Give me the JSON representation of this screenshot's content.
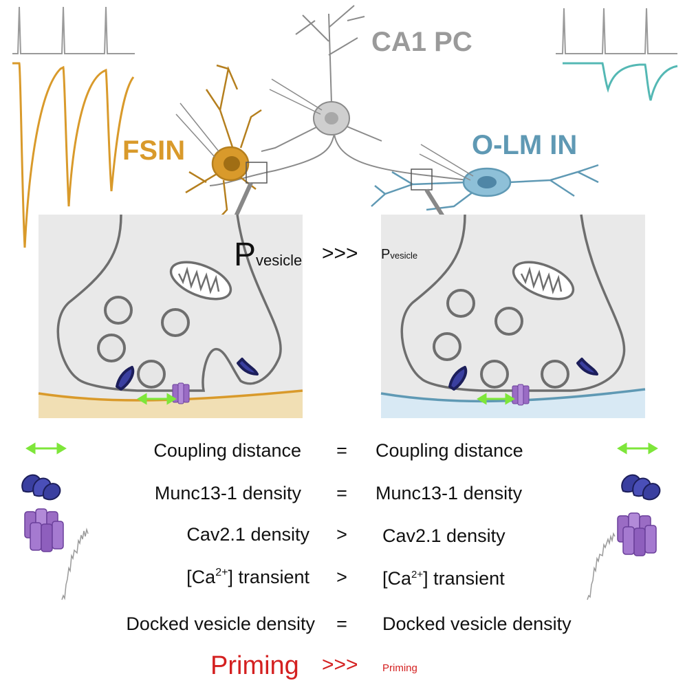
{
  "labels": {
    "pc": "CA1 PC",
    "fsin": "FSIN",
    "olm": "O-LM IN",
    "p_big": "P",
    "p_big_sub": "vesicle",
    "p_op": ">>>",
    "p_small": "P",
    "p_small_sub": "vesicle"
  },
  "comparisons": [
    {
      "left": "Coupling distance",
      "op": "=",
      "right": "Coupling distance"
    },
    {
      "left": "Munc13-1 density",
      "op": "=",
      "right": "Munc13-1 density"
    },
    {
      "left": "Cav2.1 density",
      "op": ">",
      "right": "Cav2.1 density"
    },
    {
      "left_pre": "[Ca",
      "left_sup": "2+",
      "left_post": "] transient",
      "op": ">",
      "right_pre": "[Ca",
      "right_sup": "2+",
      "right_post": "] transient"
    },
    {
      "left": "Docked vesicle density",
      "op": "=",
      "right": "Docked vesicle density"
    }
  ],
  "conclusion": {
    "left": "Priming",
    "op": ">>>",
    "right": "Priming"
  },
  "icons": [
    "coupling-arrow-icon",
    "munc13-icon",
    "cav21-channel-icon",
    "calcium-trace-icon",
    "vesicle-icon",
    "mitochondrion-icon"
  ],
  "colors": {
    "fsin": "#d99a2b",
    "olm": "#5f99b4",
    "olm_trace": "#54b8b4",
    "pc": "#9a9a9a",
    "coupling_arrow": "#7ee63a",
    "munc13": "#3a3fa0",
    "cav21": "#9a6cc4",
    "priming": "#d42020",
    "terminal_fill": "#e6e6e6",
    "terminal_stroke": "#6e6e6e",
    "post_fsin": "#f1dfb4",
    "post_olm": "#d8e9f4"
  }
}
